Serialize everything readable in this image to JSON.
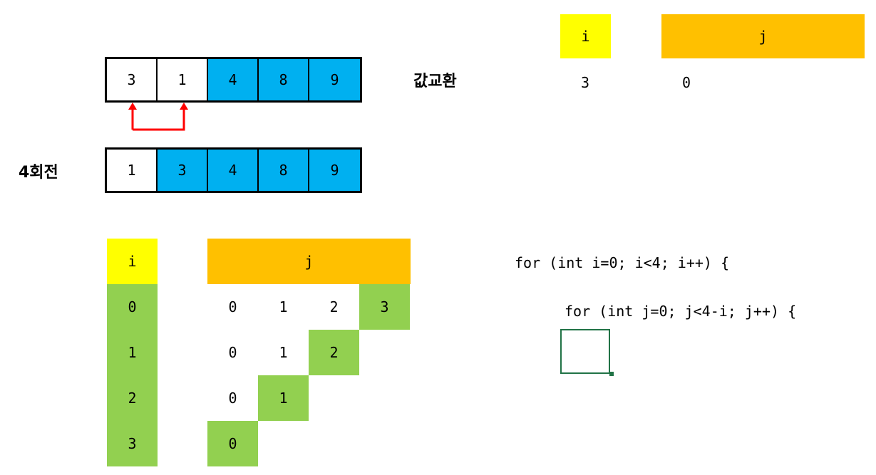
{
  "array_top": {
    "cells": [
      {
        "value": "3",
        "state": "unsorted"
      },
      {
        "value": "1",
        "state": "unsorted"
      },
      {
        "value": "4",
        "state": "sorted"
      },
      {
        "value": "8",
        "state": "sorted"
      },
      {
        "value": "9",
        "state": "sorted"
      }
    ],
    "swap_note": "값교환"
  },
  "array_bottom": {
    "label": "4회전",
    "cells": [
      {
        "value": "1",
        "state": "unsorted"
      },
      {
        "value": "3",
        "state": "sorted"
      },
      {
        "value": "4",
        "state": "sorted"
      },
      {
        "value": "8",
        "state": "sorted"
      },
      {
        "value": "9",
        "state": "sorted"
      }
    ]
  },
  "state_table": {
    "i_header": "i",
    "j_header": "j",
    "i_value": "3",
    "j_value": "0"
  },
  "loop_table": {
    "i_header": "i",
    "j_header": "j",
    "rows": [
      {
        "i": "0",
        "j": [
          "0",
          "1",
          "2",
          "3"
        ]
      },
      {
        "i": "1",
        "j": [
          "0",
          "1",
          "2"
        ]
      },
      {
        "i": "2",
        "j": [
          "0",
          "1"
        ]
      },
      {
        "i": "3",
        "j": [
          "0"
        ]
      }
    ]
  },
  "code": {
    "outer_loop": "for (int i=0; i<4; i++) {",
    "inner_loop": "for (int j=0; j<4-i; j++) {"
  },
  "colors": {
    "sorted": "#00b0f0",
    "i_header": "#ffff00",
    "j_header": "#ffc000",
    "highlight": "#92d050",
    "swap_arrow": "#ff0000",
    "cursor": "#217346"
  }
}
